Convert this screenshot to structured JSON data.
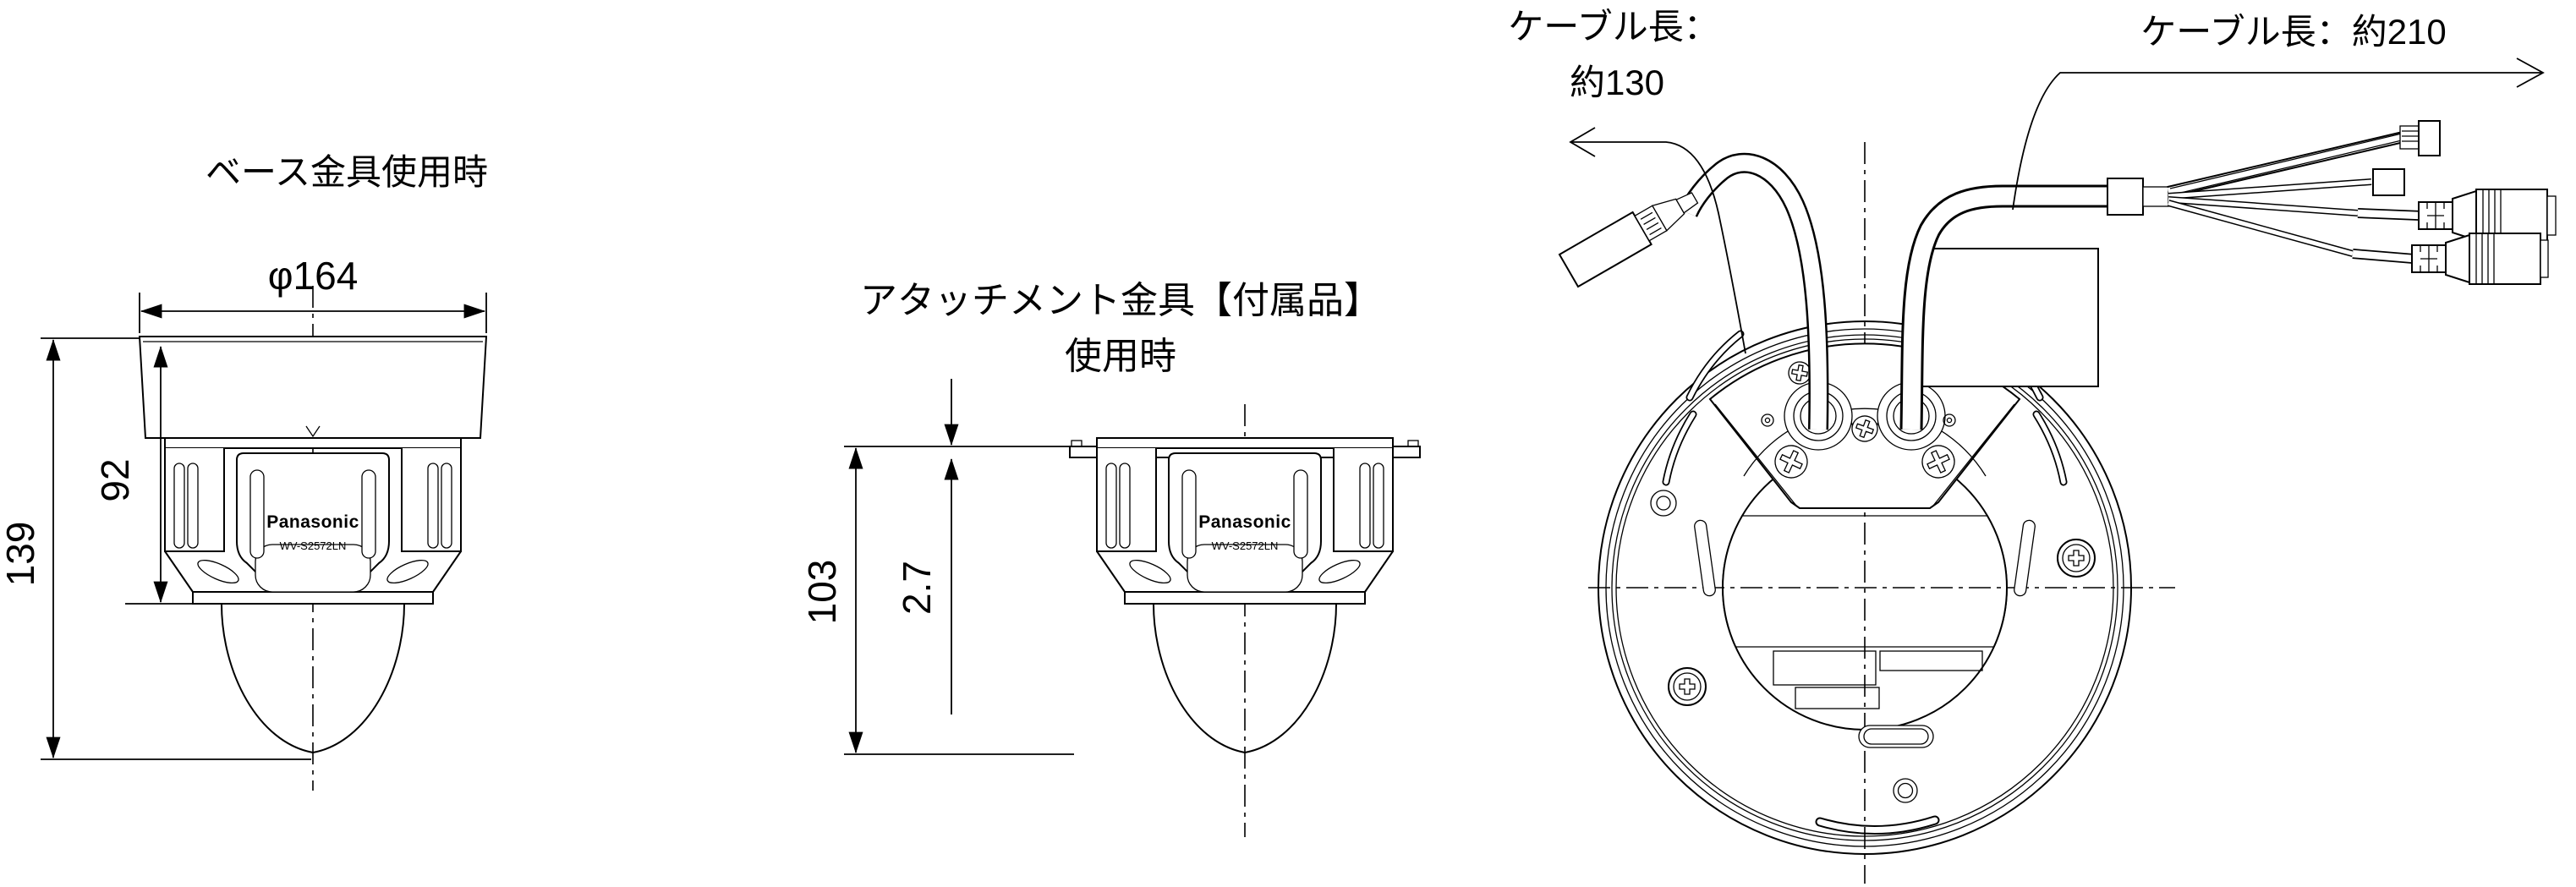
{
  "drawing": {
    "views": [
      {
        "id": "side-view-base-bracket",
        "title": "ベース金具使用時",
        "logo": "Panasonic",
        "model": "WV-S2572LN",
        "dimensions": {
          "diameter": "φ164",
          "body_height": "92",
          "total_height": "139"
        }
      },
      {
        "id": "side-view-attachment-bracket",
        "title_line1": "アタッチメント金具【付属品】",
        "title_line2": "使用時",
        "logo": "Panasonic",
        "model": "WV-S2572LN",
        "dimensions": {
          "total_height": "103",
          "plate_thickness": "2.7"
        }
      },
      {
        "id": "bottom-view-cables",
        "cable_left": {
          "label_line1": "ケーブル長：",
          "label_line2": "約130"
        },
        "cable_right": {
          "label": "ケーブル長：約210"
        }
      }
    ]
  }
}
